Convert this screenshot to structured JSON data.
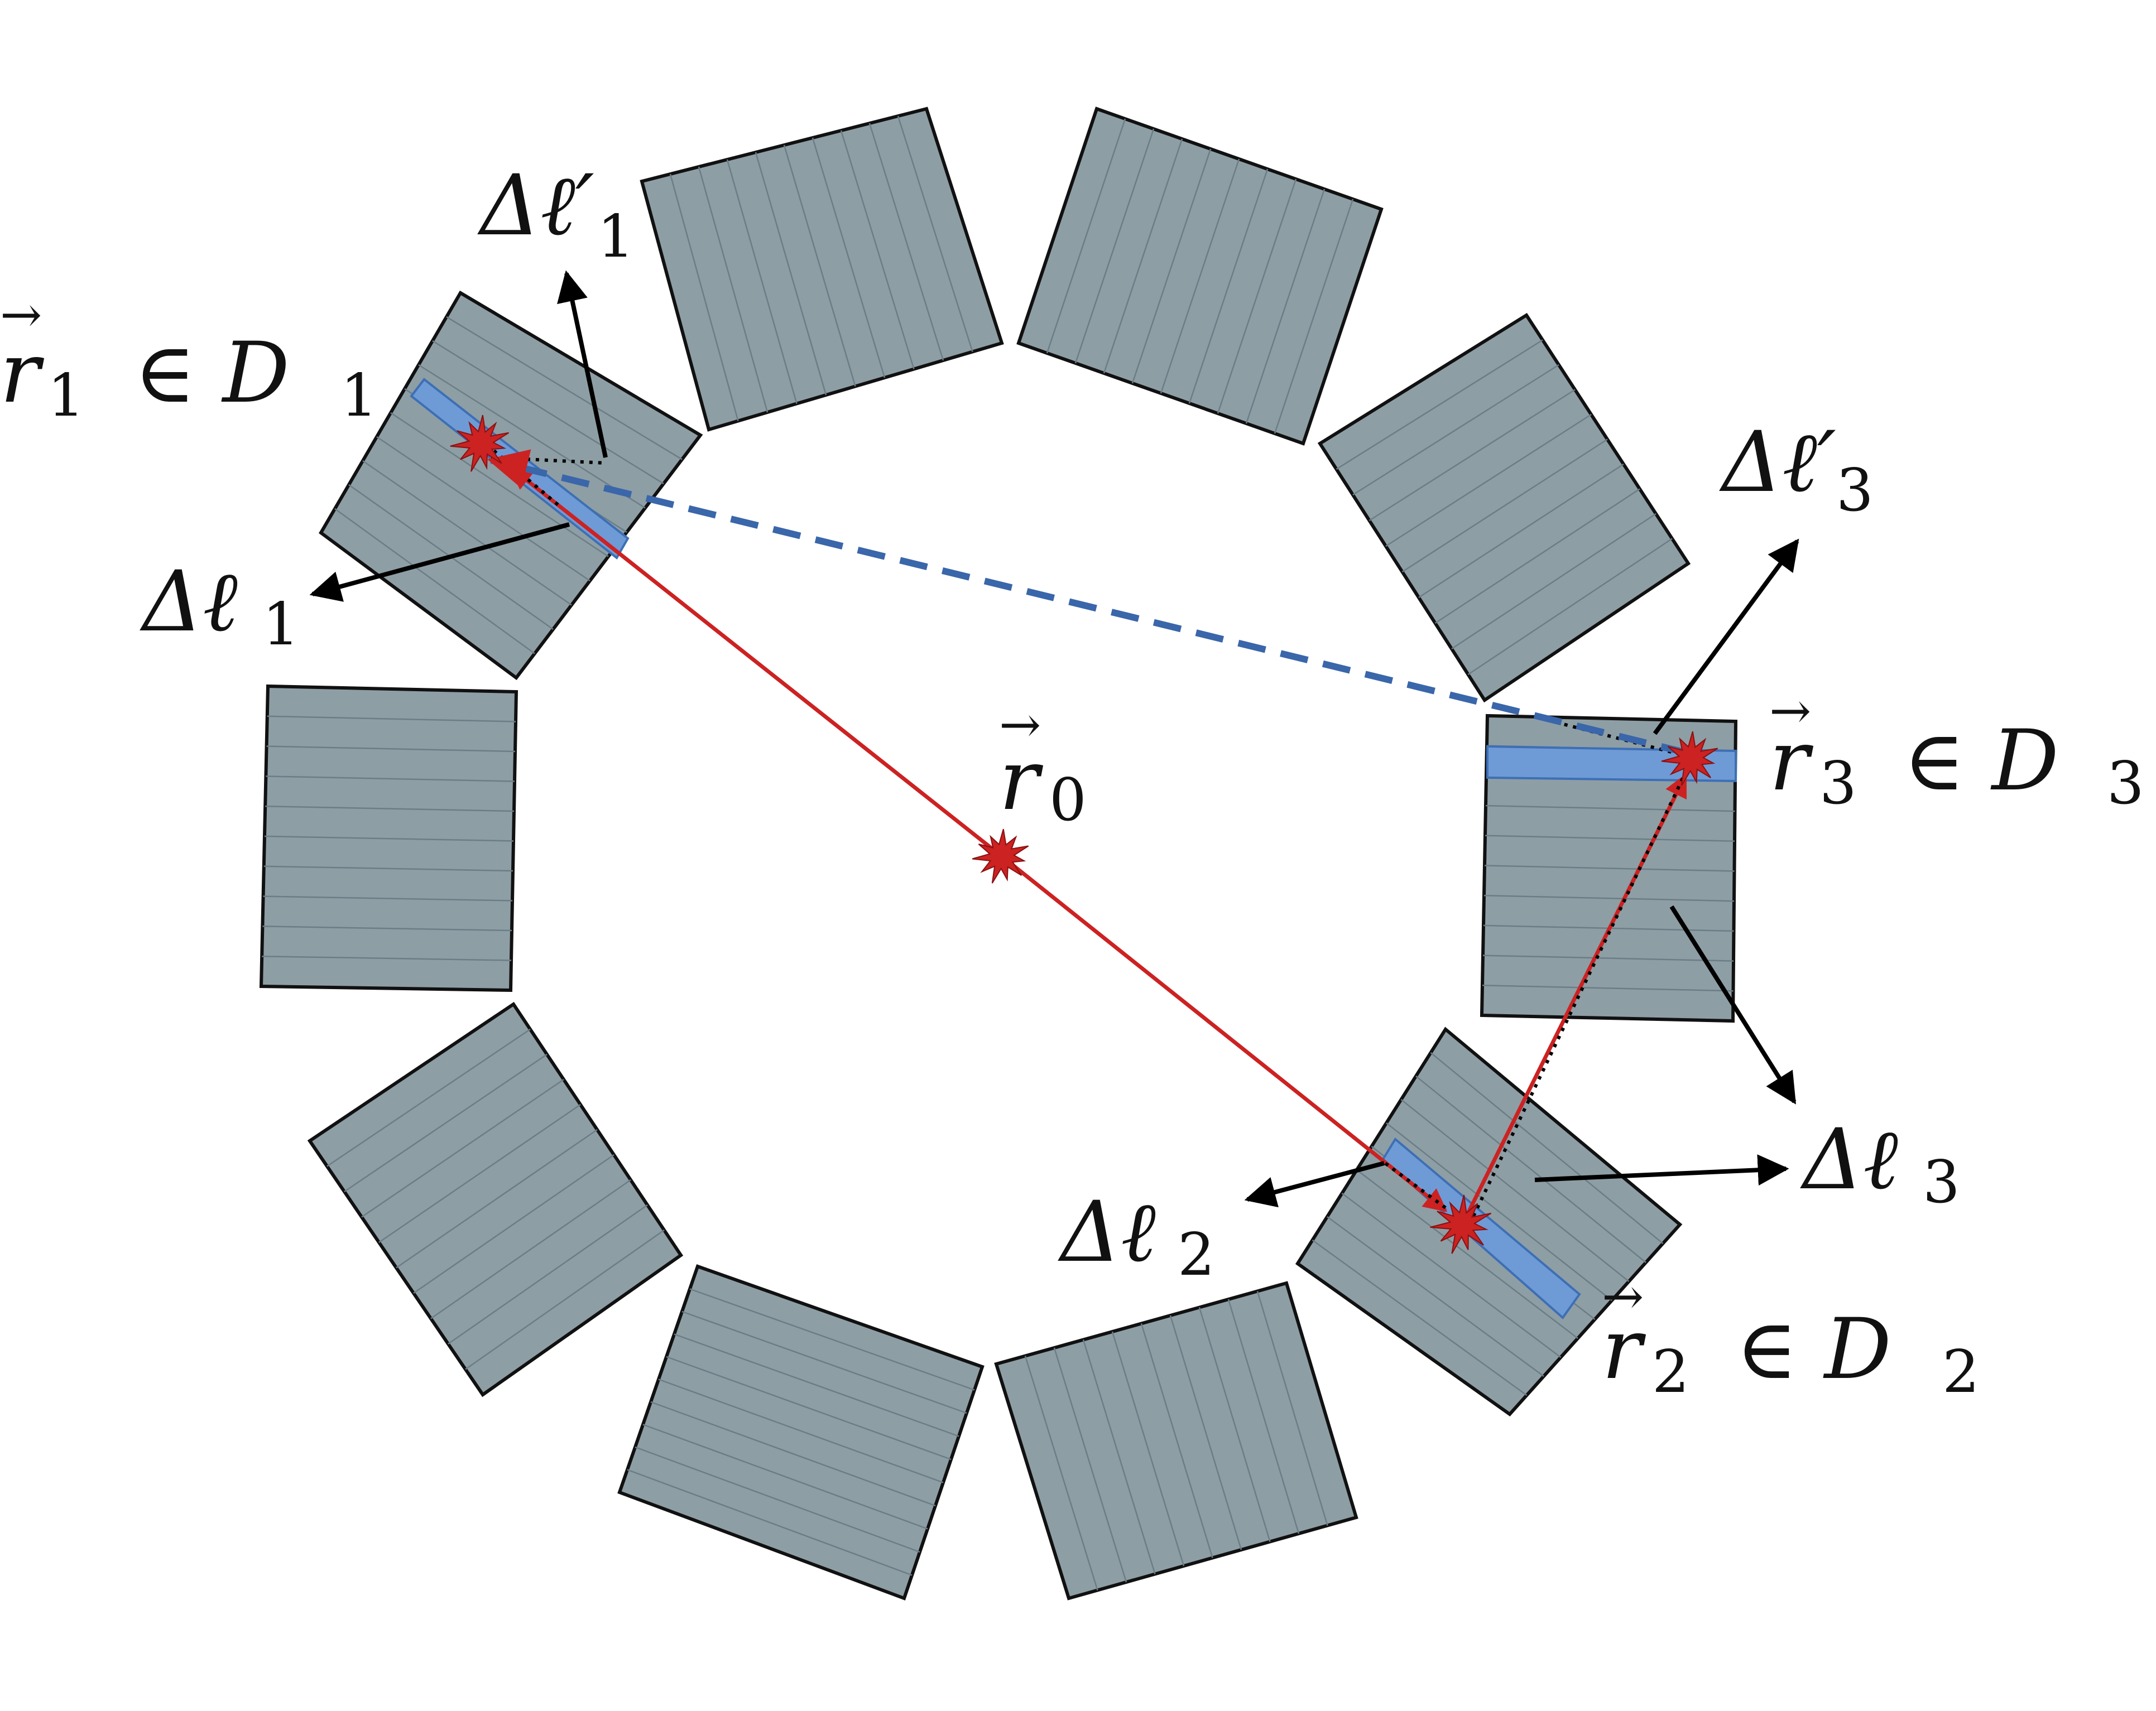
{
  "colors": {
    "detector_fill": "#8E9EA5",
    "detector_stroke": "#111111",
    "strip_line": "#6B7D86",
    "highlight_strip": "#6E9BD6",
    "highlight_strip_stroke": "#3D6FB5",
    "gamma_path": "#CC2222",
    "scatter_path": "#3A66AA",
    "arrow": "#000000",
    "interaction_marker": "#CC2222"
  },
  "labels": {
    "r0": {
      "vec": "r",
      "sub": "0",
      "tail": ""
    },
    "r1": {
      "vec": "r",
      "sub": "1",
      "tail": "∈ D",
      "tail_sub": "1"
    },
    "r2": {
      "vec": "r",
      "sub": "2",
      "tail": "∈ D",
      "tail_sub": "2"
    },
    "r3": {
      "vec": "r",
      "sub": "3",
      "tail": "∈ D",
      "tail_sub": "3"
    },
    "dl1": {
      "text": "Δℓ",
      "sub": "1"
    },
    "dl1p": {
      "text": "Δℓ′",
      "sub": "1"
    },
    "dl2": {
      "text": "Δℓ",
      "sub": "2"
    },
    "dl3": {
      "text": "Δℓ",
      "sub": "3"
    },
    "dl3p": {
      "text": "Δℓ′",
      "sub": "3"
    }
  },
  "icons": {
    "interaction": "starburst-icon",
    "arrow": "arrowhead-icon"
  }
}
